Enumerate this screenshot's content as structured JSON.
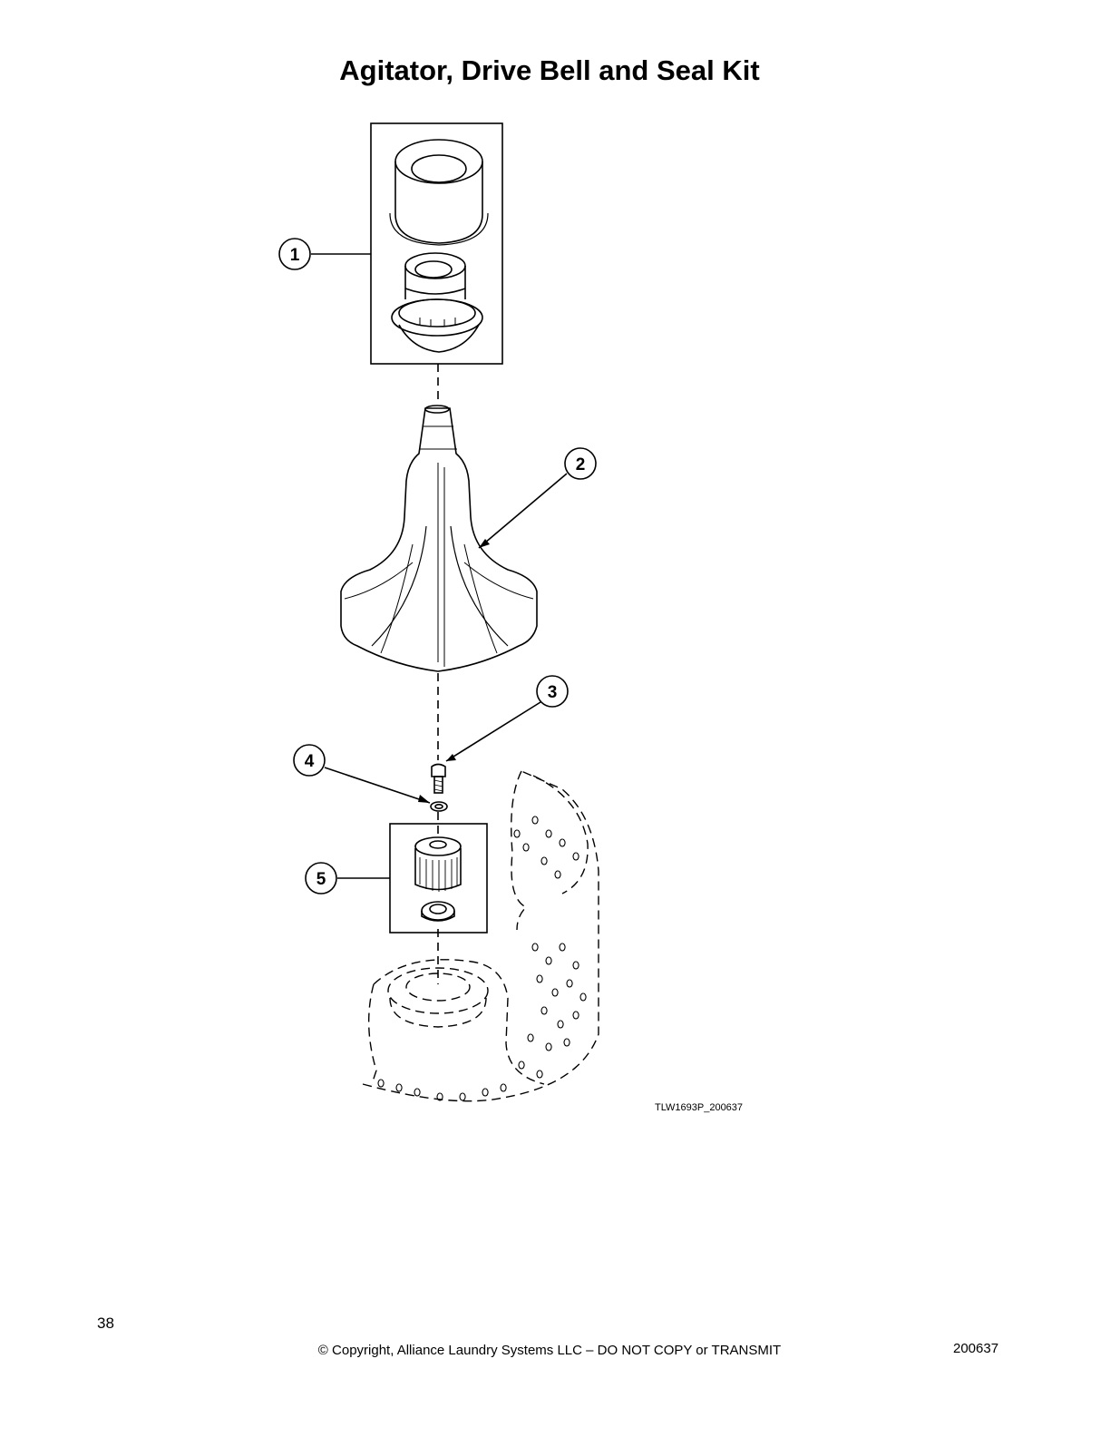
{
  "page": {
    "title": "Agitator, Drive Bell and Seal Kit",
    "figure_id": "TLW1693P_200637",
    "footer": {
      "page_number": "38",
      "copyright": "© Copyright, Alliance Laundry Systems LLC – DO NOT COPY or TRANSMIT",
      "document_number": "200637"
    }
  },
  "callouts": [
    "1",
    "2",
    "3",
    "4",
    "5"
  ]
}
